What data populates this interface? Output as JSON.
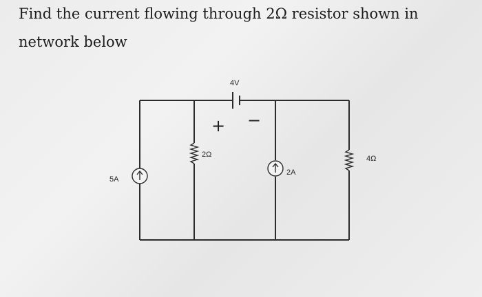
{
  "question": {
    "line1": "Find the current flowing through 2Ω resistor shown in",
    "line2": "network below"
  },
  "circuit": {
    "battery_label": "4V",
    "battery_plus": "+",
    "battery_minus": "−",
    "resistor_2_label": "2Ω",
    "resistor_4_label": "4Ω",
    "source_left_label": "5A",
    "source_mid_label": "2A",
    "source_arrow": "↑"
  }
}
